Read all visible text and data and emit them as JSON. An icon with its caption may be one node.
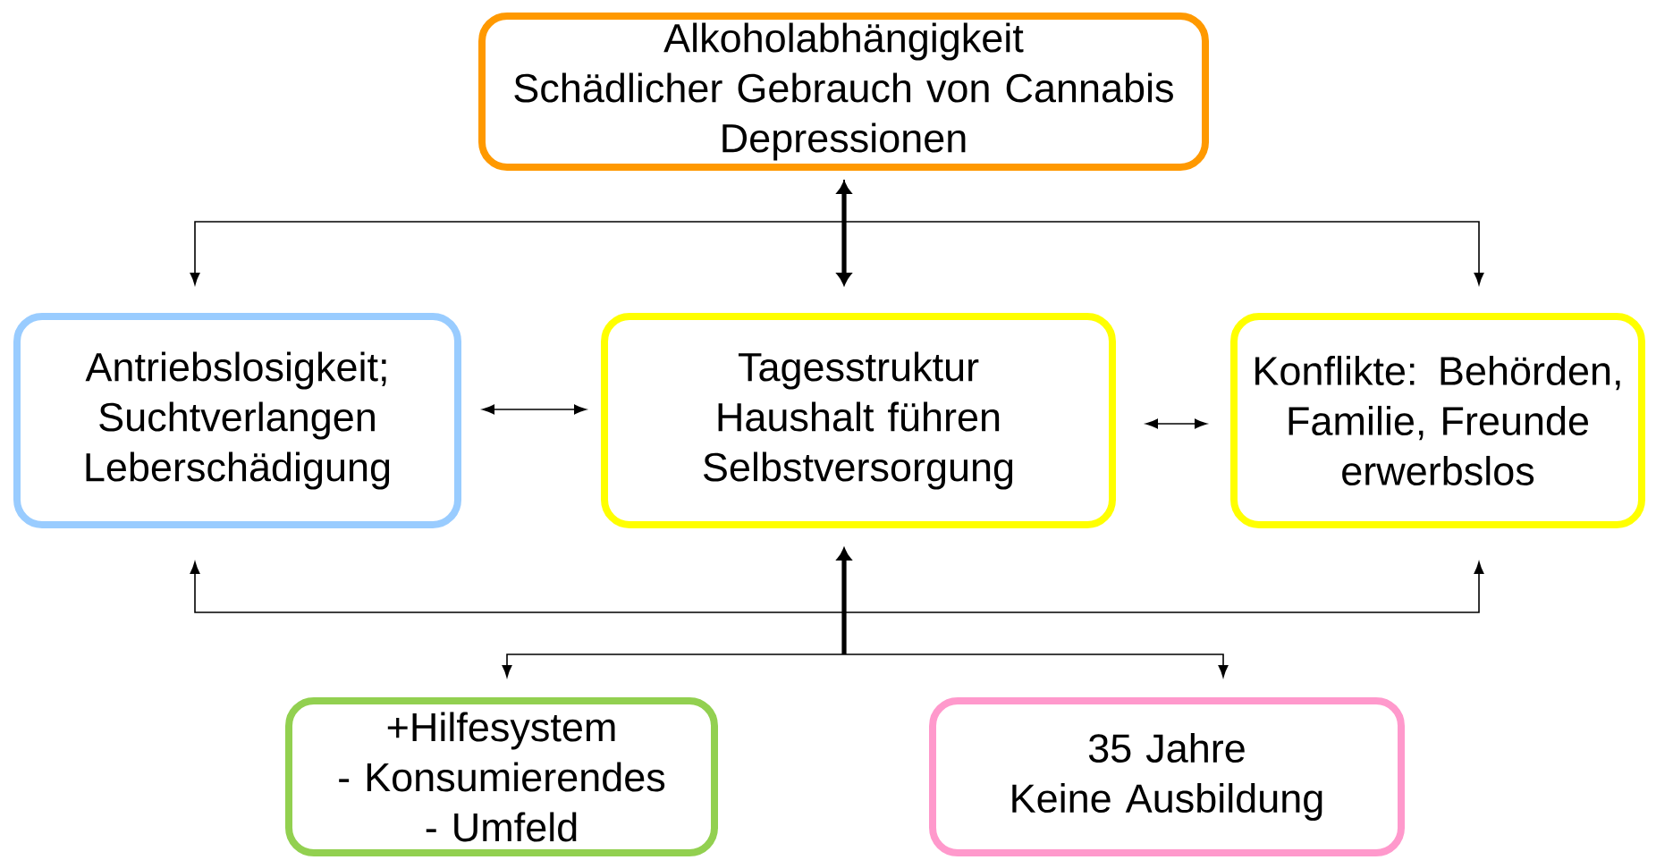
{
  "diagram": {
    "nodes": [
      {
        "text": [
          "Alkoholabhängigkeit",
          "Schädlicher Gebrauch von Cannabis",
          "Depressionen"
        ]
      },
      {
        "text": [
          "Antriebslosigkeit;",
          "Suchtverlangen",
          "Leberschädigung"
        ]
      },
      {
        "text": [
          "Tagesstruktur",
          "Haushalt führen",
          "Selbstversorgung"
        ]
      },
      {
        "text": [
          "Konflikte: Behörden, Familie, Freunde",
          "erwerbslos"
        ]
      },
      {
        "text": [
          "+Hilfesystem",
          "-    Konsumierendes",
          "-    Umfeld"
        ]
      },
      {
        "text": [
          "35 Jahre",
          "Keine Ausbildung"
        ]
      }
    ],
    "edges": [
      {
        "from": 0,
        "to": 1,
        "arrow": "to"
      },
      {
        "from": 0,
        "to": 2,
        "arrow": "both",
        "style": "thick"
      },
      {
        "from": 0,
        "to": 3,
        "arrow": "to"
      },
      {
        "from": 1,
        "to": 2,
        "arrow": "both"
      },
      {
        "from": 2,
        "to": 3,
        "arrow": "both"
      },
      {
        "from": null,
        "to": 2,
        "arrow": "to",
        "style": "thick"
      },
      {
        "from": null,
        "to": 1,
        "arrow": "to"
      },
      {
        "from": null,
        "to": 3,
        "arrow": "to"
      },
      {
        "from": null,
        "to": 4,
        "arrow": "to"
      },
      {
        "from": null,
        "to": 5,
        "arrow": "to"
      }
    ]
  }
}
